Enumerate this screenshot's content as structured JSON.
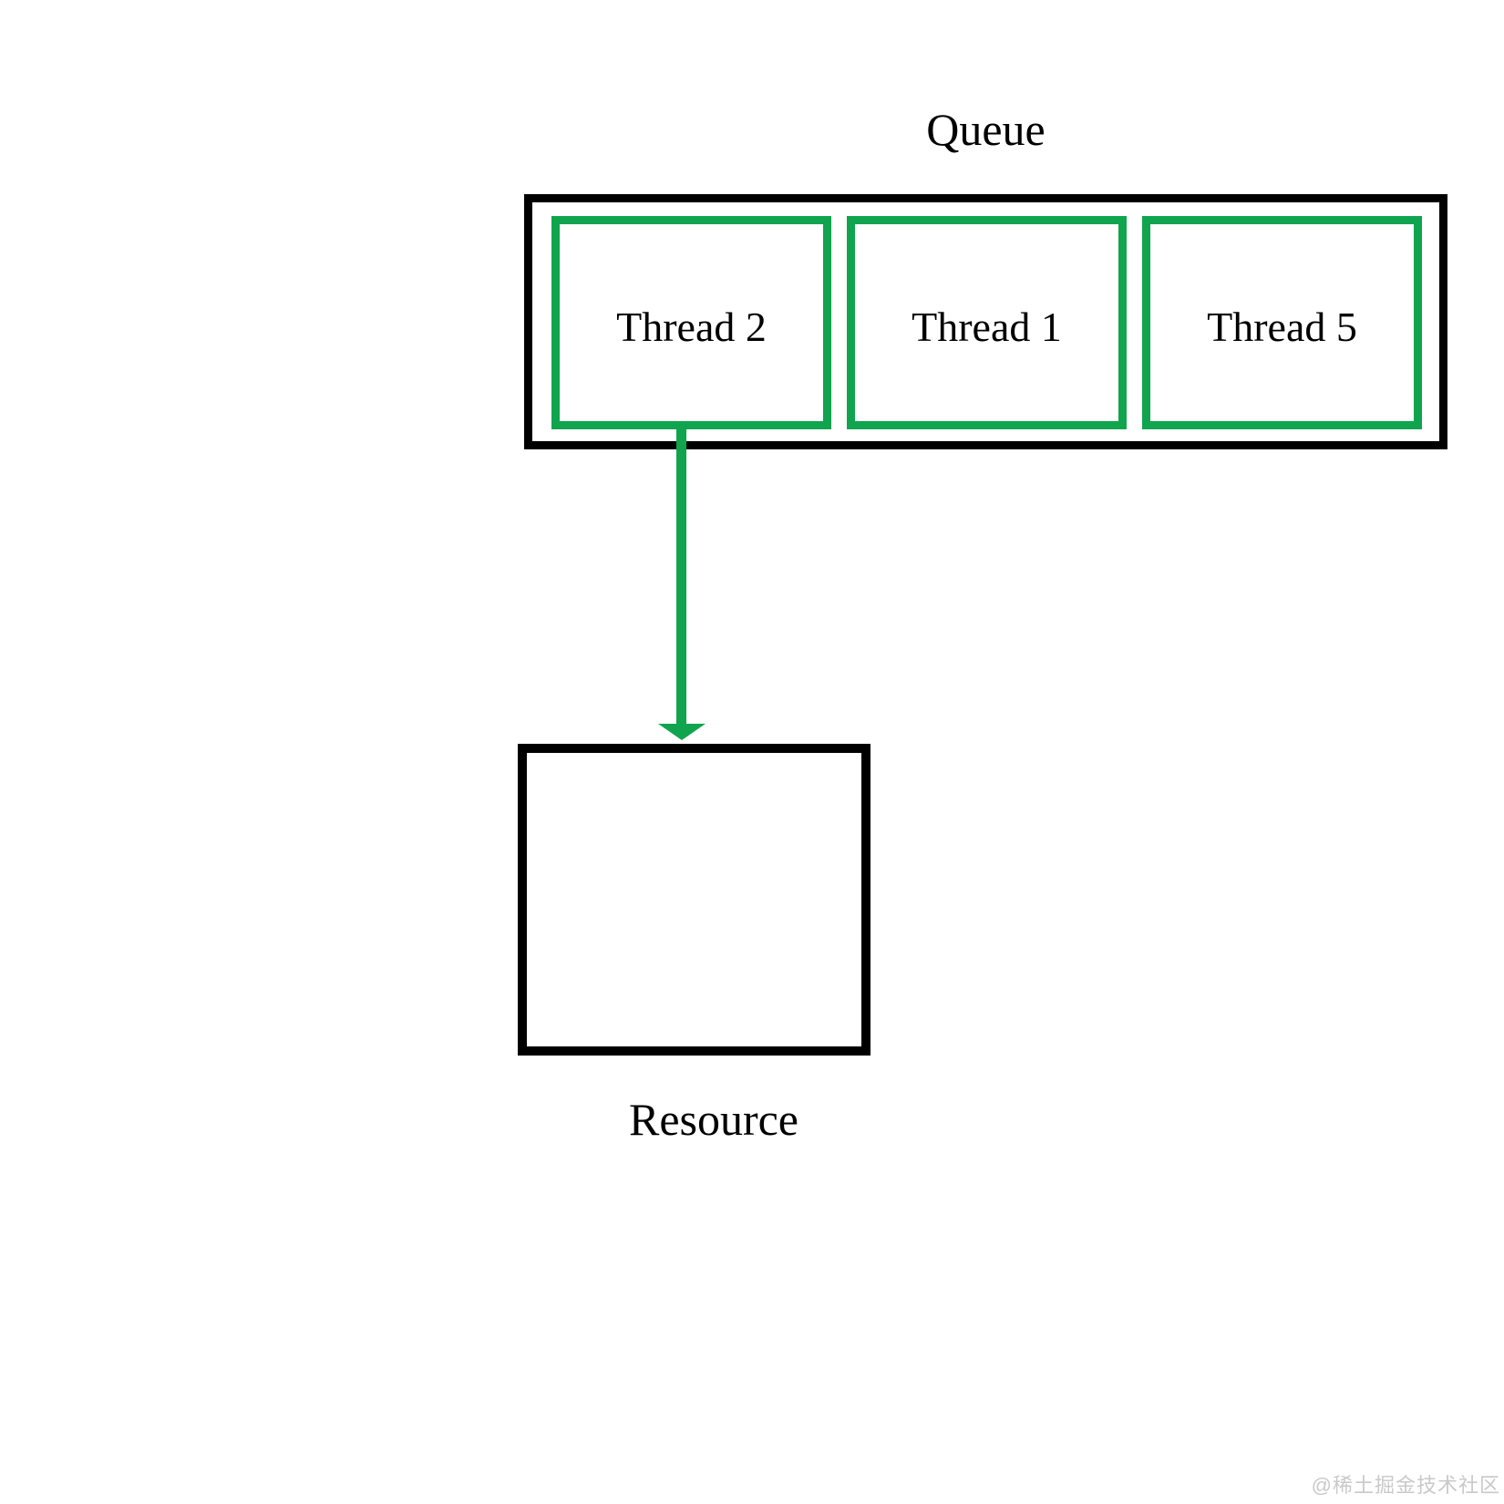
{
  "diagram": {
    "title": "Queue",
    "queue": {
      "items": [
        {
          "label": "Thread 2"
        },
        {
          "label": "Thread 1"
        },
        {
          "label": "Thread 5"
        }
      ]
    },
    "arrow": {
      "from": "Thread 2",
      "to": "Resource",
      "direction": "down"
    },
    "resource": {
      "label": "Resource"
    },
    "colors": {
      "container_border": "#000000",
      "thread_border": "#10a44e",
      "arrow": "#10a44e",
      "text": "#000000",
      "background": "#ffffff",
      "watermark_text": "#c9c9c9"
    }
  },
  "watermark": {
    "text": "@稀土掘金技术社区"
  }
}
